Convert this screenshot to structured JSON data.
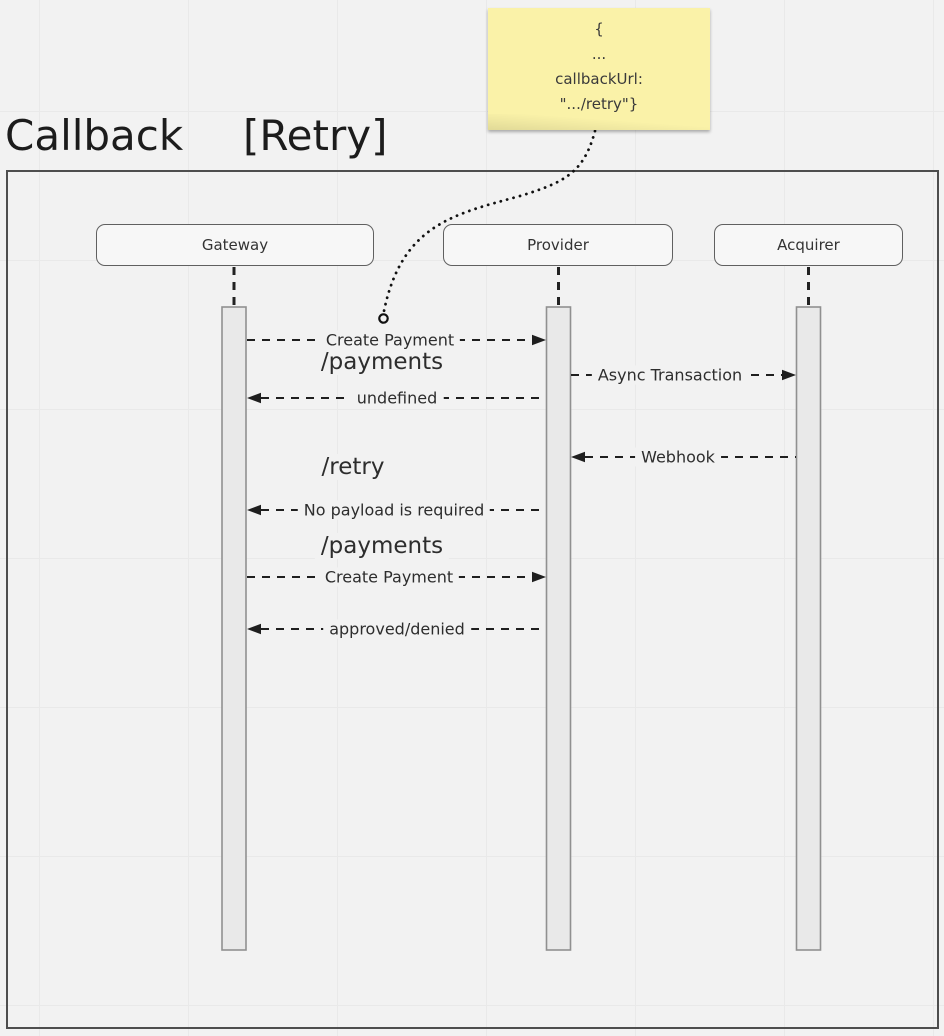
{
  "diagram": {
    "title": "Callback",
    "title_qualifier": "[Retry]",
    "note": {
      "lines": [
        "{",
        "...",
        "callbackUrl:",
        "\"/retry\"}"
      ],
      "line_4_display": "\".../retry\"}"
    },
    "participants": [
      {
        "id": "gateway",
        "label": "Gateway"
      },
      {
        "id": "provider",
        "label": "Provider"
      },
      {
        "id": "acquirer",
        "label": "Acquirer"
      }
    ],
    "messages": [
      {
        "label": "Create Payment",
        "from": "Gateway",
        "to": "Provider",
        "kind": "dashed-arrow"
      },
      {
        "label": "/payments",
        "kind": "free-label"
      },
      {
        "label": "Async Transaction",
        "from": "Provider",
        "to": "Acquirer",
        "kind": "dashed-arrow"
      },
      {
        "label": "undefined",
        "from": "Provider",
        "to": "Gateway",
        "kind": "dashed-arrow"
      },
      {
        "label": "Webhook",
        "from": "Acquirer",
        "to": "Provider",
        "kind": "dashed-arrow"
      },
      {
        "label": "/retry",
        "kind": "free-label"
      },
      {
        "label": "No payload is required",
        "from": "Provider",
        "to": "Gateway",
        "kind": "dashed-arrow"
      },
      {
        "label": "/payments",
        "kind": "free-label"
      },
      {
        "label": "Create Payment",
        "from": "Gateway",
        "to": "Provider",
        "kind": "dashed-arrow"
      },
      {
        "label": "approved/denied",
        "from": "Provider",
        "to": "Gateway",
        "kind": "dashed-arrow"
      }
    ],
    "colors": {
      "canvas_bg": "#f2f2f2",
      "grid_line": "#e9e9e9",
      "frame_border": "#4e4e4e",
      "note_bg": "#faf2a8",
      "participant_fill": "#f7f7f7",
      "participant_border": "#606060",
      "activation_fill": "#e9e9e9",
      "activation_border": "#909090",
      "arrow": "#1f1f1f",
      "text": "#2d2d2d"
    }
  }
}
